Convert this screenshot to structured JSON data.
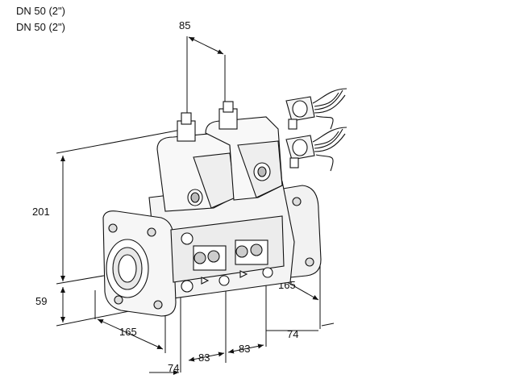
{
  "header": {
    "line1": "DN 50 (2\")",
    "line2": "DN 50 (2\")"
  },
  "dimensions": {
    "top_width": "85",
    "height": "201",
    "axis_height": "59",
    "flange_left": "165",
    "flange_right": "165",
    "offset_left": "74",
    "offset_right": "74",
    "spacing_a": "83",
    "spacing_b": "83"
  }
}
